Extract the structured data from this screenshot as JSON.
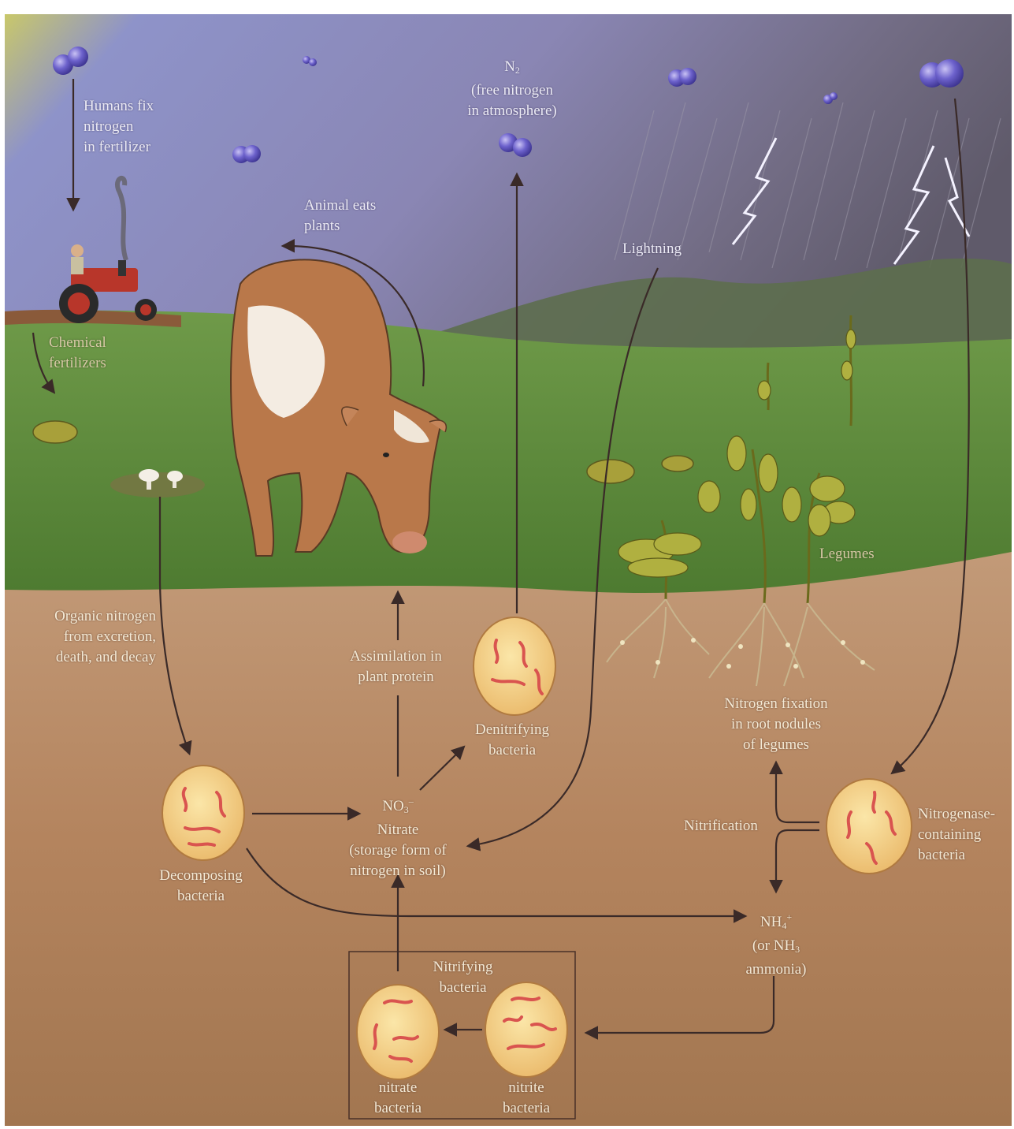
{
  "labels": {
    "humans_fix": [
      "Humans fix",
      "nitrogen",
      "in fertilizer"
    ],
    "n2_formula": "N",
    "n2_sub": "2",
    "n2_desc": [
      "(free nitrogen",
      "in atmosphere)"
    ],
    "animal_eats": [
      "Animal eats",
      "plants"
    ],
    "lightning": "Lightning",
    "chemical_fertilizers": [
      "Chemical",
      "fertilizers"
    ],
    "legumes": "Legumes",
    "organic_nitrogen": [
      "Organic nitrogen",
      "from excretion,",
      "death, and decay"
    ],
    "assimilation": [
      "Assimilation in",
      "plant protein"
    ],
    "denitrifying": [
      "Denitrifying",
      "bacteria"
    ],
    "nitrogen_fixation": [
      "Nitrogen fixation",
      "in root nodules",
      "of legumes"
    ],
    "no3_formula": "NO",
    "no3_sub": "3",
    "no3_sup": "–",
    "nitrate_desc": [
      "Nitrate",
      "(storage form of",
      "nitrogen in soil)"
    ],
    "nitrification": "Nitrification",
    "nitrogenase": [
      "Nitrogenase-",
      "containing",
      "bacteria"
    ],
    "decomposing": [
      "Decomposing",
      "bacteria"
    ],
    "nh4_formula": "NH",
    "nh4_sub": "4",
    "nh4_sup": "+",
    "nh3_open": "(or NH",
    "nh3_sub": "3",
    "ammonia_close": "ammonia)",
    "nitrifying": [
      "Nitrifying",
      "bacteria"
    ],
    "nitrate_bacteria": [
      "nitrate",
      "bacteria"
    ],
    "nitrite_bacteria": [
      "nitrite",
      "bacteria"
    ]
  },
  "colors": {
    "sky_top": "#8b8fc4",
    "sky_storm": "#6a6679",
    "grass": "#5e8c3a",
    "soil": "#b78a66",
    "bacteria_fill": "#f6d38a",
    "bacteria_worm": "#d9544f",
    "molecule": "#6f63c8",
    "arrow": "#3a2a28"
  }
}
